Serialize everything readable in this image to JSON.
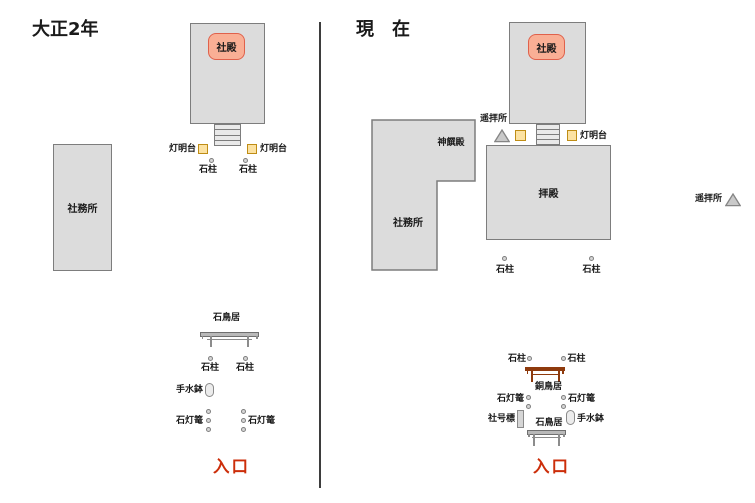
{
  "diagram": {
    "left": {
      "title": "大正2年",
      "buildings": {
        "shaden": "社殿",
        "shamusho": "社務所"
      },
      "items": {
        "tomyodai": "灯明台",
        "sekichu": "石柱",
        "ishidorii": "石鳥居",
        "chozubachi": "手水鉢",
        "ishidoro": "石灯篭"
      },
      "entrance": "入口"
    },
    "right": {
      "title": "現　在",
      "buildings": {
        "shaden": "社殿",
        "shinsenden": "神饌殿",
        "shamusho": "社務所",
        "haiden": "拝殿"
      },
      "items": {
        "yohaisho": "遥拝所",
        "tomyodai": "灯明台",
        "sekichu": "石柱",
        "dodorii": "銅鳥居",
        "ishidoro": "石灯篭",
        "shagohyo": "社号標",
        "ishidorii": "石鳥居",
        "chozubachi": "手水鉢"
      },
      "entrance": "入口"
    }
  },
  "colors": {
    "building_fill": "#dcdcdc",
    "building_border": "#7d7d7d",
    "shaden_fill": "#f9af95",
    "shaden_border": "#e0614b",
    "lamp_fill": "#fce2a2",
    "lamp_border": "#bf8d15",
    "stone_fill": "#d6d6d6",
    "stone_border": "#7f7f7f",
    "triangle_fill": "#c9c9c9",
    "triangle_border": "#858585",
    "copper_torii": "#8e3a0d",
    "stone_torii_fill": "#b9b9b9",
    "stone_torii_border": "#6f6f6f",
    "entrance_red": "#cc2e0a",
    "text": "#1a1a1a"
  }
}
